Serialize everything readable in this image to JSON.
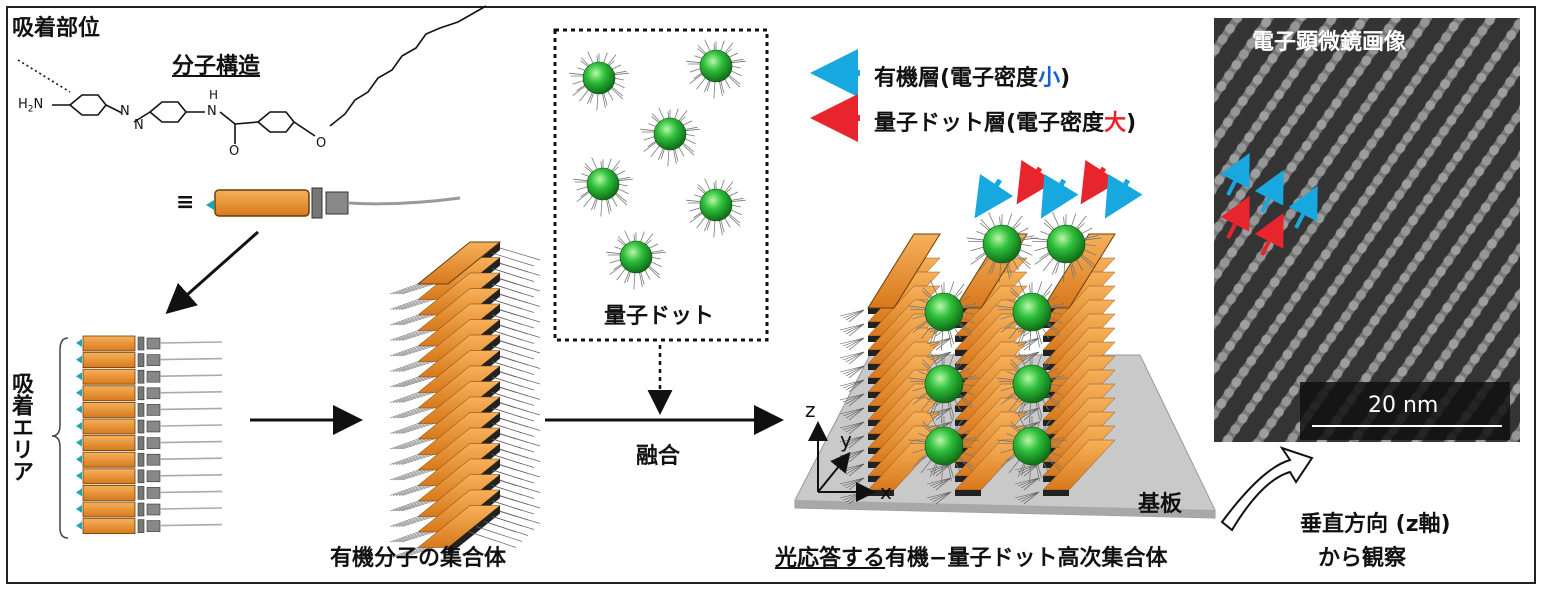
{
  "labels": {
    "adsorption_site": "吸着部位",
    "molecular_structure": "分子構造",
    "equiv": "≡",
    "adsorption_area": "吸着エリア",
    "organic_assembly": "有機分子の集合体",
    "quantum_dots": "量子ドット",
    "fusion": "融合",
    "photoresponsive_prefix": "光応答する",
    "photoresponsive_rest": "有機−量子ドット高次集合体",
    "substrate": "基板",
    "observe_line1": "垂直方向 (z軸)",
    "observe_line2": "から観察",
    "em_image": "電子顕微鏡画像",
    "scale_bar": "20 nm"
  },
  "legend": {
    "organic_layer": {
      "text": "有機層(電子密度",
      "accent": "小",
      "close": ")",
      "color": "#18a8e0",
      "accent_color": "#1560d8"
    },
    "qd_layer": {
      "text": "量子ドット層(電子密度",
      "accent": "大",
      "close": ")",
      "color": "#e8242c",
      "accent_color": "#e8242c"
    }
  },
  "chem": {
    "h2n": "H2N",
    "n1": "N",
    "n2": "N",
    "nh_n": "N",
    "nh_h": "H",
    "o_carbonyl": "O",
    "o_ether": "O"
  },
  "axes": {
    "z": "z",
    "y": "y",
    "x": "x"
  },
  "colors": {
    "orange": "#f0922a",
    "green": "#2fbf3b",
    "cyan_arrow": "#18a8e0",
    "red_arrow": "#e8242c"
  }
}
